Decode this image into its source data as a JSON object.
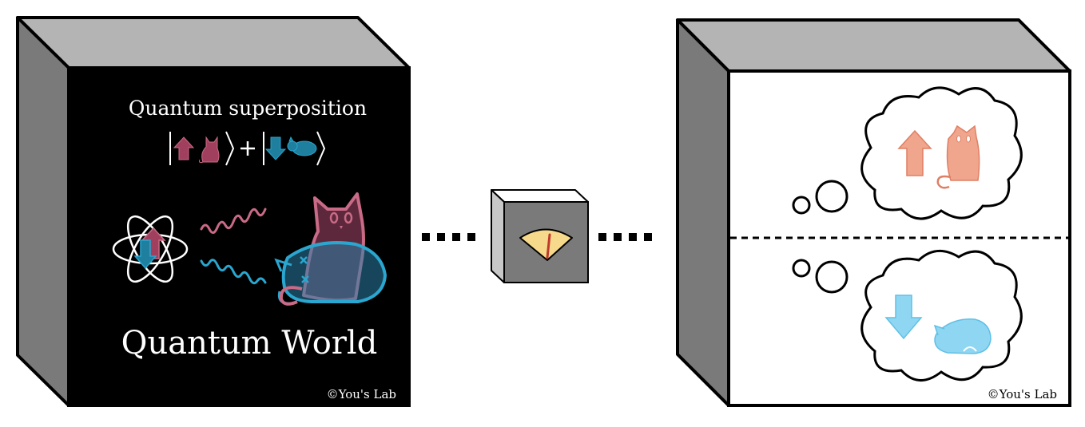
{
  "left_box": {
    "subtitle": "Quantum superposition",
    "title": "Quantum World",
    "credit": "©You's Lab"
  },
  "right_box": {
    "credit": "©You's Lab"
  },
  "colors": {
    "pink": "#c96a86",
    "blue": "#2aa6cf",
    "salmon": "#f0a58d",
    "light_blue": "#8fd6f2",
    "meter_face": "#f6d98a",
    "box_side": "#7a7a7a",
    "box_top": "#b4b4b4"
  }
}
